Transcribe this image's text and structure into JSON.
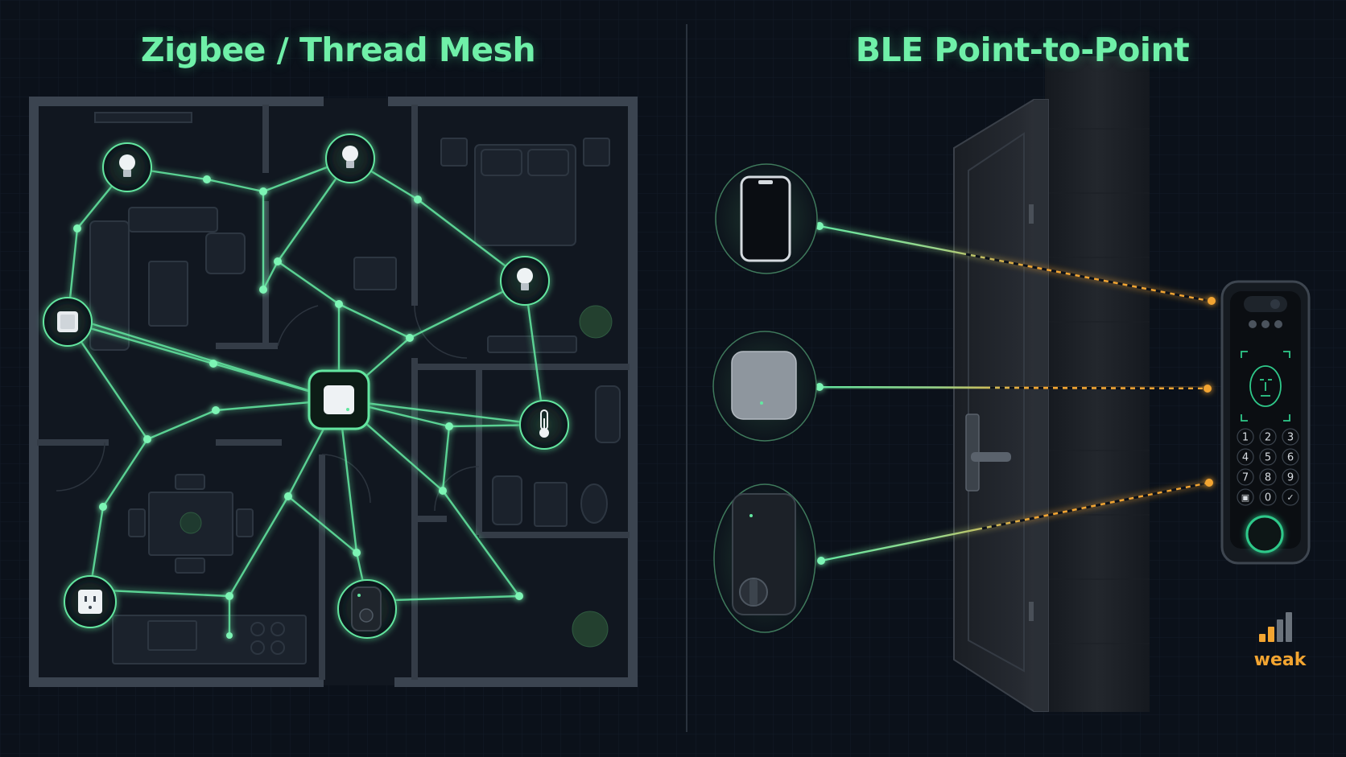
{
  "titles": {
    "mesh": "Zigbee / Thread Mesh",
    "ble": "BLE Point-to-Point"
  },
  "signal": {
    "label": "weak",
    "bars_active": 2,
    "bars_total": 4
  },
  "keypad": {
    "keys": [
      "1",
      "2",
      "3",
      "4",
      "5",
      "6",
      "7",
      "8",
      "9",
      "lock",
      "0",
      "check"
    ]
  },
  "mesh_devices": [
    {
      "id": "bulb-1",
      "icon": "bulb-icon"
    },
    {
      "id": "bulb-2",
      "icon": "bulb-icon"
    },
    {
      "id": "bulb-3",
      "icon": "bulb-icon"
    },
    {
      "id": "switch",
      "icon": "wall-switch-icon"
    },
    {
      "id": "hub",
      "icon": "hub-icon"
    },
    {
      "id": "thermometer",
      "icon": "thermometer-icon"
    },
    {
      "id": "outlet",
      "icon": "outlet-icon"
    },
    {
      "id": "lock",
      "icon": "smart-lock-icon"
    }
  ],
  "ble_devices": [
    {
      "id": "phone",
      "icon": "phone-icon"
    },
    {
      "id": "bridge",
      "icon": "bridge-icon"
    },
    {
      "id": "deadbolt",
      "icon": "deadbolt-icon"
    }
  ],
  "colors": {
    "mesh_line": "#63e6a0",
    "ble_weak": "#f3a531",
    "background": "#0b111a"
  }
}
